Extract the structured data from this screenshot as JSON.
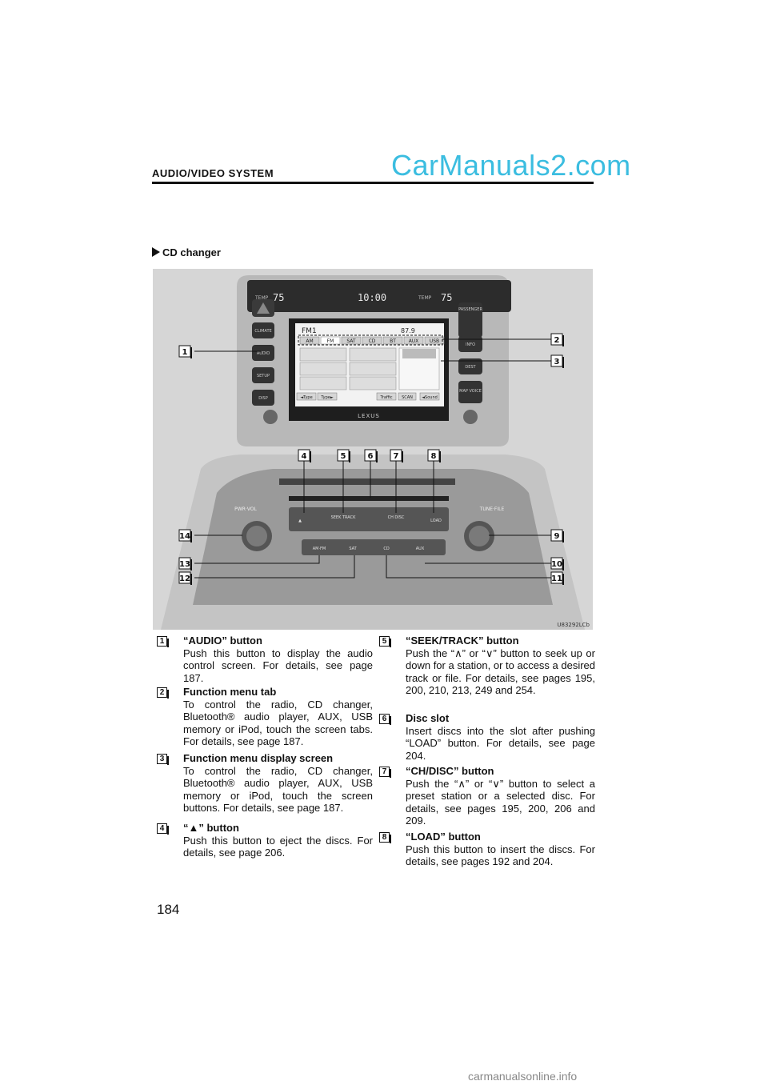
{
  "header": {
    "section_title": "AUDIO/VIDEO SYSTEM",
    "watermark_top": "CarManuals2.com"
  },
  "subsection": {
    "title": "CD changer"
  },
  "figure": {
    "code": "U83292LCb",
    "screen": {
      "status_top": [
        "TEMP",
        "75",
        "10:00",
        "TEMP",
        "75"
      ],
      "tabs": [
        "AM",
        "FM",
        "SAT",
        "CD",
        "BT",
        "AUX",
        "USB"
      ],
      "station": "FM1",
      "freq": "87.9",
      "soft_keys": [
        "◄Type",
        "Type►",
        "Traffic",
        "SCAN",
        "◄Sound"
      ],
      "brand": "LEXUS"
    },
    "left_buttons": [
      "CLIMATE",
      "AUDIO",
      "SETUP",
      "DISP"
    ],
    "right_buttons": [
      "PASSENGER",
      "INFO",
      "DEST",
      "MAP VOICE"
    ],
    "panel_buttons": [
      "▲",
      "SEEK TRACK",
      "CH DISC",
      "LOAD",
      "AM·FM",
      "SAT",
      "CD",
      "AUX"
    ],
    "knob_labels": {
      "left": "PWR·VOL",
      "right": "TUNE·FILE"
    },
    "callouts": [
      "1",
      "2",
      "3",
      "4",
      "5",
      "6",
      "7",
      "8",
      "9",
      "10",
      "11",
      "12",
      "13",
      "14"
    ]
  },
  "items_left": [
    {
      "num": "1",
      "title": "“AUDIO” button",
      "body": "Push this button to display the audio control screen.  For details, see page 187."
    },
    {
      "num": "2",
      "title": "Function menu tab",
      "body": "To control the radio, CD changer, Bluetooth® audio player, AUX, USB memory or iPod, touch the screen tabs.  For details, see page 187."
    },
    {
      "num": "3",
      "title": "Function menu display screen",
      "body": "To control the radio, CD changer, Bluetooth® audio player, AUX, USB memory or iPod, touch the screen buttons.  For details, see page 187."
    },
    {
      "num": "4",
      "title": "“▲” button",
      "body": "Push this button to eject the discs. For details, see page 206."
    }
  ],
  "items_right": [
    {
      "num": "5",
      "title": "“SEEK/TRACK” button",
      "body": "Push the “∧” or “∨” button to seek up or down for a station, or to access a desired track or file.  For details, see pages 195, 200, 210, 213, 249 and 254."
    },
    {
      "num": "6",
      "title": "Disc slot",
      "body": "Insert discs into the slot after pushing “LOAD” button.  For details, see page 204."
    },
    {
      "num": "7",
      "title": "“CH/DISC” button",
      "body": "Push the “∧” or “∨” button to select a preset station or a selected disc. For details, see pages 195, 200, 206 and 209."
    },
    {
      "num": "8",
      "title": "“LOAD” button",
      "body": "Push this button to insert the discs. For details, see pages 192 and 204."
    }
  ],
  "page_number": "184",
  "watermark_bottom": "carmanualsonline.info"
}
